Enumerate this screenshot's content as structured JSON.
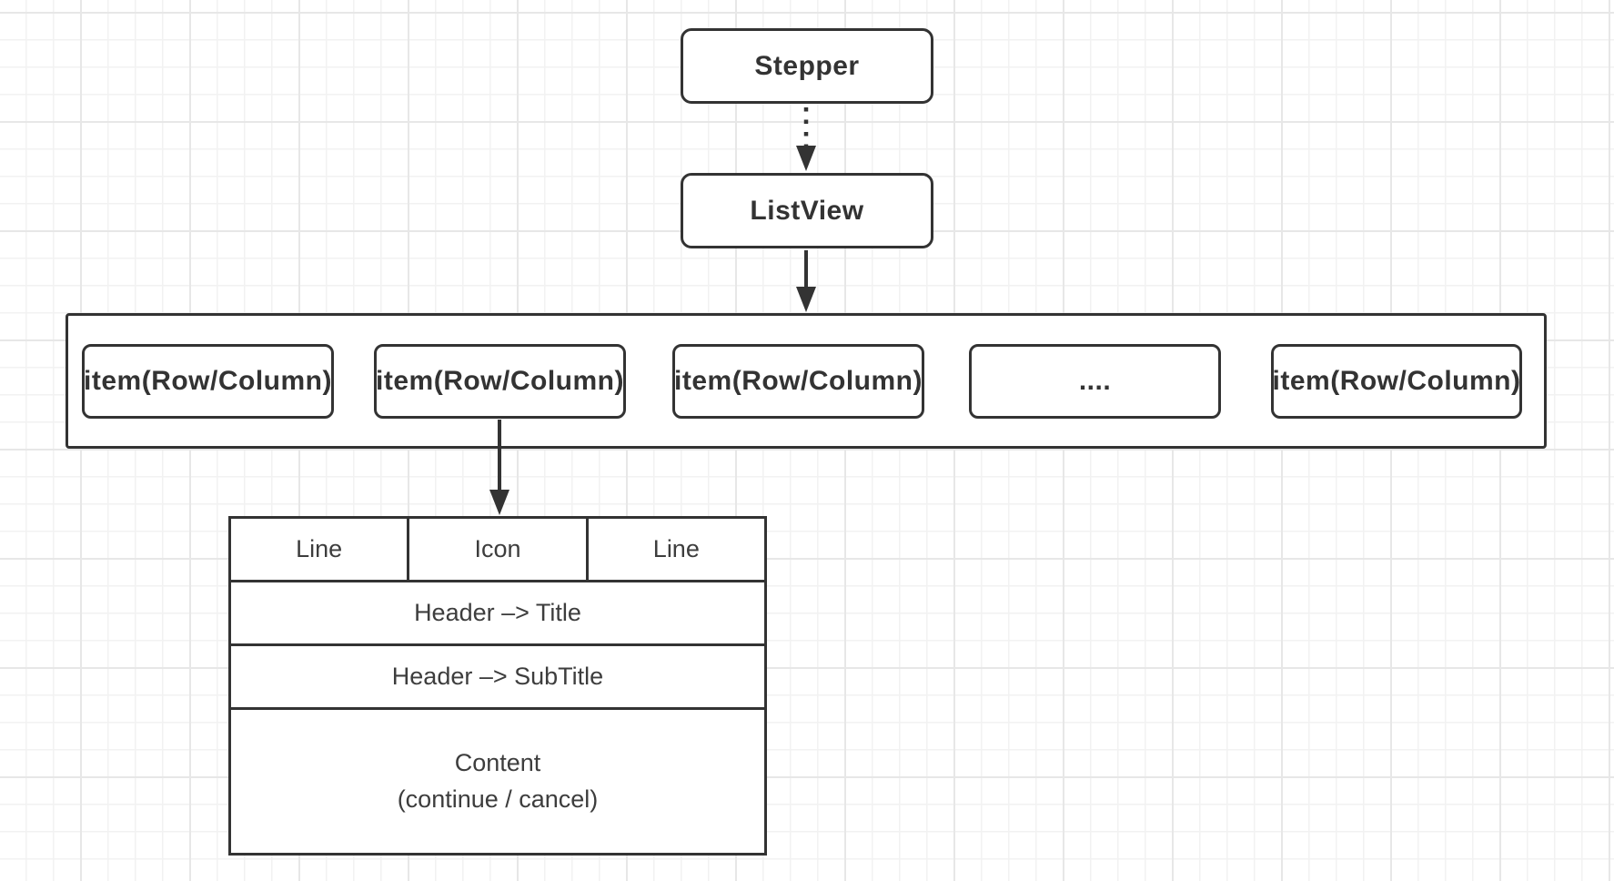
{
  "diagram": {
    "stepper": {
      "label": "Stepper"
    },
    "listview": {
      "label": "ListView"
    },
    "items": [
      {
        "label": "item(Row/Column)"
      },
      {
        "label": "item(Row/Column)"
      },
      {
        "label": "item(Row/Column)"
      },
      {
        "label": "...."
      },
      {
        "label": "item(Row/Column)"
      }
    ],
    "card": {
      "cells": [
        {
          "label": "Line"
        },
        {
          "label": "Icon"
        },
        {
          "label": "Line"
        }
      ],
      "title": "Header –> Title",
      "subtitle": "Header –> SubTitle",
      "content_line1": "Content",
      "content_line2": "(continue / cancel)"
    },
    "colors": {
      "stroke": "#333333",
      "text": "#3d3d3d",
      "node_fill": "#ffffff",
      "grid_minor": "#f2f2f2",
      "grid_major": "#e7e7e7",
      "background": "#ffffff"
    }
  }
}
